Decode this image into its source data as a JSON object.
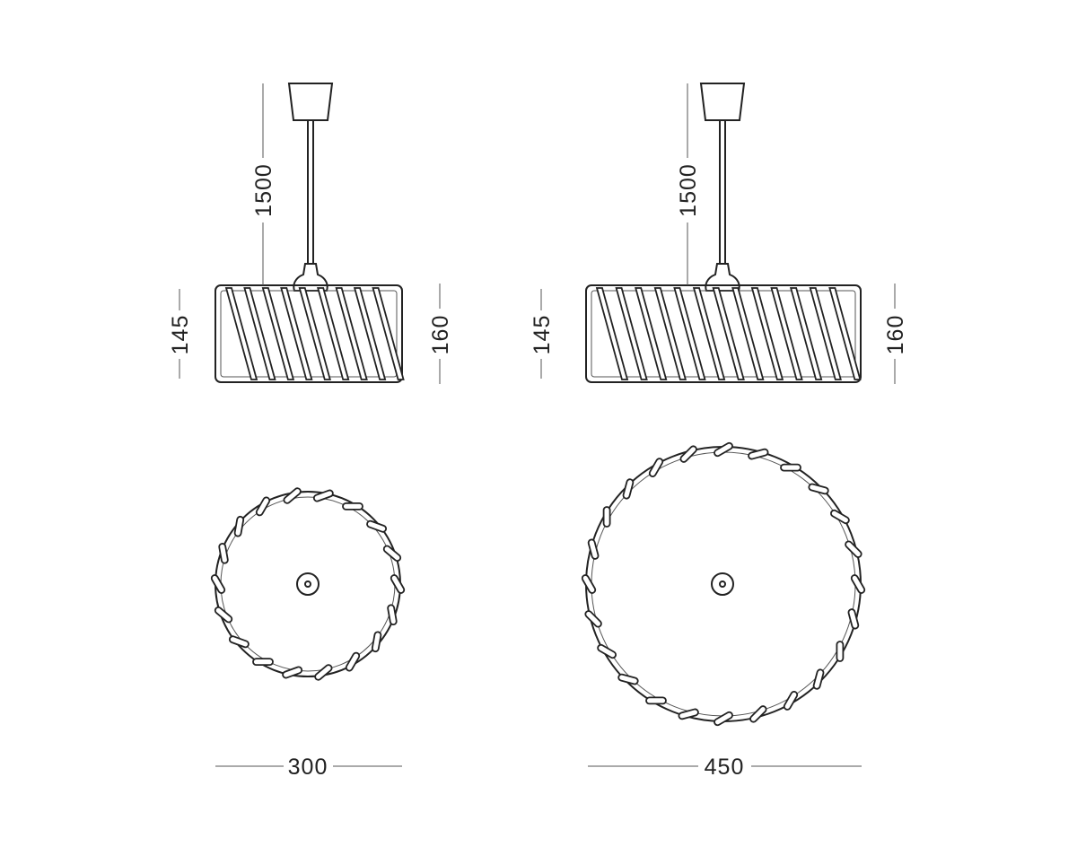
{
  "drawing": {
    "small": {
      "cable_length": "1500",
      "shade_height_left": "145",
      "shade_height_right": "160",
      "diameter": "300"
    },
    "large": {
      "cable_length": "1500",
      "shade_height_left": "145",
      "shade_height_right": "160",
      "diameter": "450"
    },
    "colors": {
      "stroke": "#222222",
      "background": "#ffffff"
    }
  }
}
